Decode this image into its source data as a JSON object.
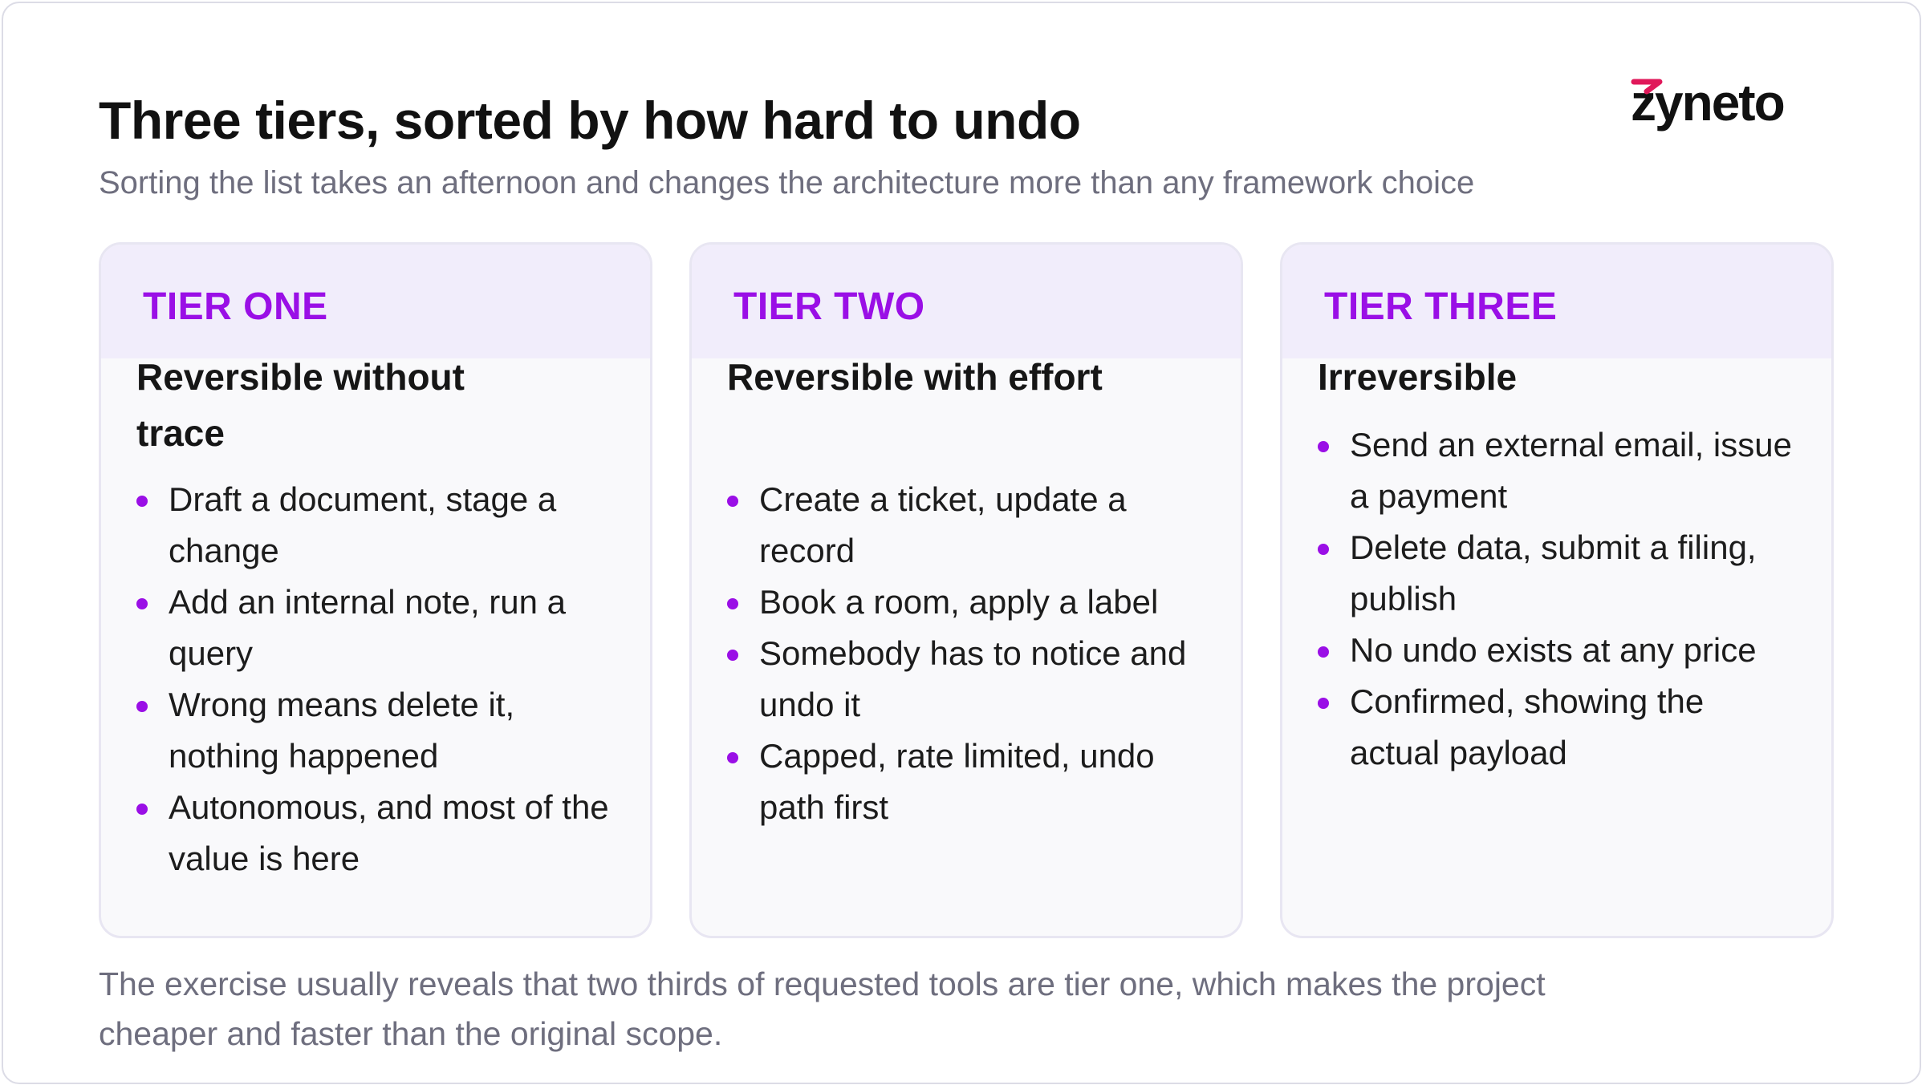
{
  "header": {
    "title": "Three tiers, sorted by how hard to undo",
    "subtitle": "Sorting the list takes an afternoon and changes the architecture more than any framework choice"
  },
  "logo": {
    "text": "zyneto",
    "accent_color": "#e0185a"
  },
  "colors": {
    "accent": "#9a0fe6",
    "card_header_bg": "#f1edfb",
    "card_bg": "#f9f9fb"
  },
  "cards": [
    {
      "label": "TIER ONE",
      "heading": "Reversible without trace",
      "bullets": [
        "Draft a document, stage a change",
        "Add an internal note, run a query",
        "Wrong means delete it, nothing happened",
        "Autonomous, and most of the value is here"
      ]
    },
    {
      "label": "TIER TWO",
      "heading": "Reversible with effort",
      "bullets": [
        "Create a ticket, update a record",
        "Book a room, apply a label",
        "Somebody has to notice and undo it",
        "Capped, rate limited, undo path first"
      ]
    },
    {
      "label": "TIER THREE",
      "heading": "Irreversible",
      "bullets": [
        "Send an external email, issue a payment",
        "Delete data, submit a filing, publish",
        "No undo exists at any price",
        "Confirmed, showing the actual payload"
      ]
    }
  ],
  "footer": {
    "text": "The exercise usually reveals that two thirds of requested tools are tier one, which makes the project cheaper and faster than the original scope."
  }
}
